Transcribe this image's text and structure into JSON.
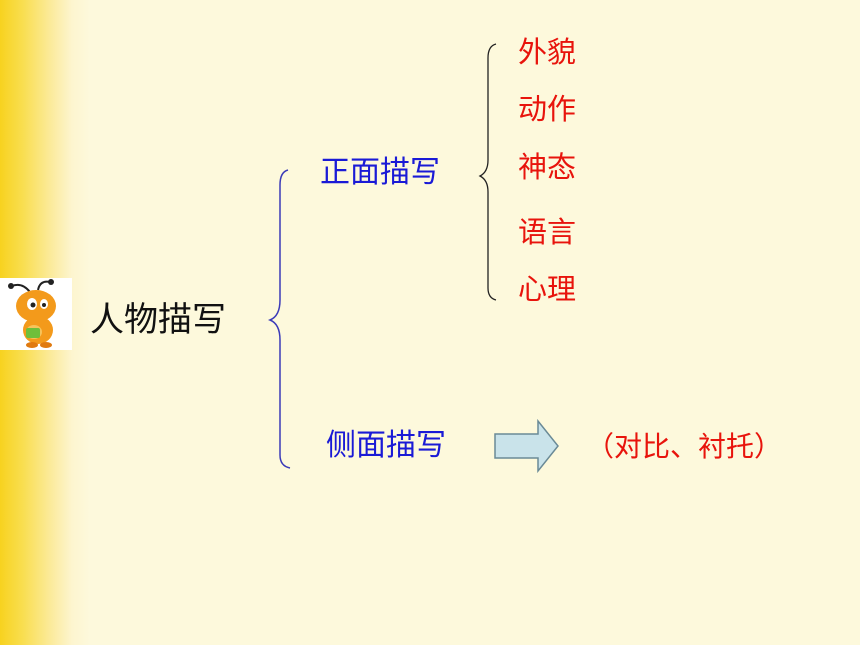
{
  "diagram": {
    "root": "人物描写",
    "branches": [
      {
        "label": "正面描写",
        "children": [
          "外貌",
          "动作",
          "神态",
          "语言",
          "心理"
        ]
      },
      {
        "label": "侧面描写",
        "note": "（对比、衬托）"
      }
    ]
  },
  "colors": {
    "background": "#fdf9dc",
    "band": "#f7d21f",
    "root_text": "#111111",
    "branch_text": "#1a1ad6",
    "leaf_text": "#e8140c",
    "brace": "#3b3bb8",
    "arrow_fill": "#c9e3ea",
    "arrow_stroke": "#6a8a96"
  },
  "icons": {
    "mascot": "orange-cartoon-character-icon"
  }
}
